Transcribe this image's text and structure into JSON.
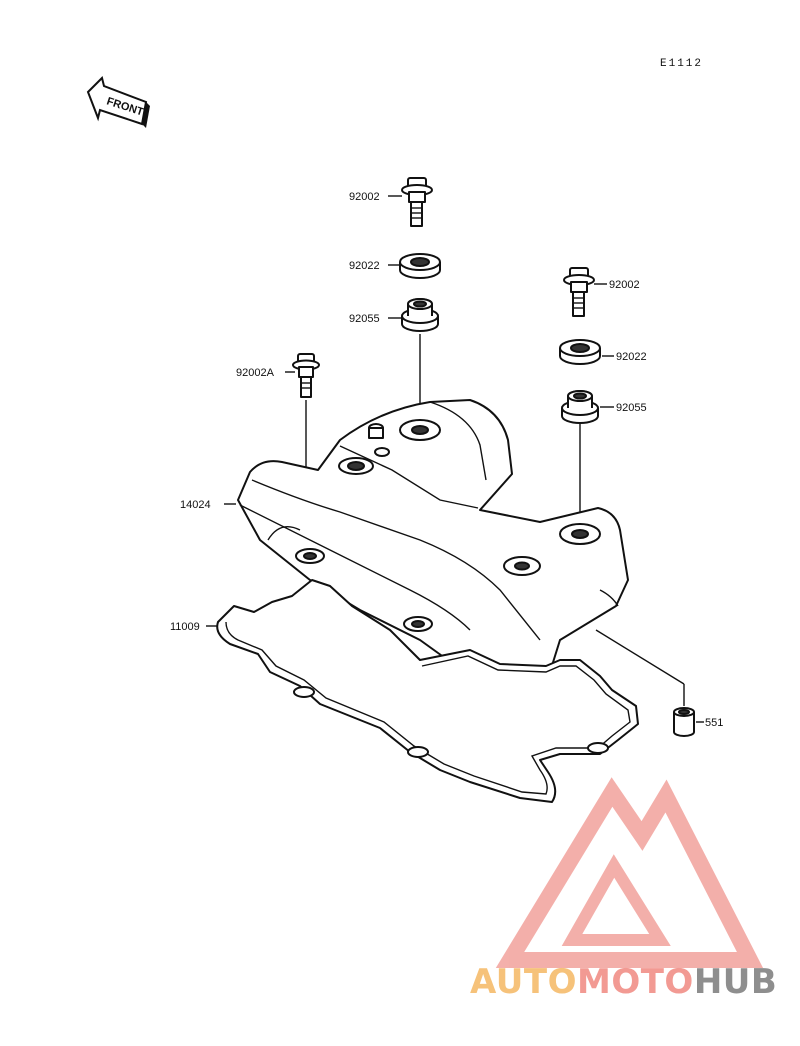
{
  "diagram_code": "E1112",
  "front_label": "FRONT",
  "parts": {
    "bolt_left": "92002",
    "washer_left": "92022",
    "grommet_left": "92055",
    "bolt_right": "92002",
    "washer_right": "92022",
    "grommet_right": "92055",
    "bolt_a": "92002A",
    "cover": "14024",
    "gasket": "11009",
    "dowel": "551"
  },
  "watermark": {
    "part1": "AUTO",
    "part2": "MOTO",
    "part3": "HUB",
    "colors": {
      "auto": "#f6c27a",
      "moto": "#f29a93",
      "hub": "#8e8e8e",
      "logo": "#f2a29c"
    }
  }
}
